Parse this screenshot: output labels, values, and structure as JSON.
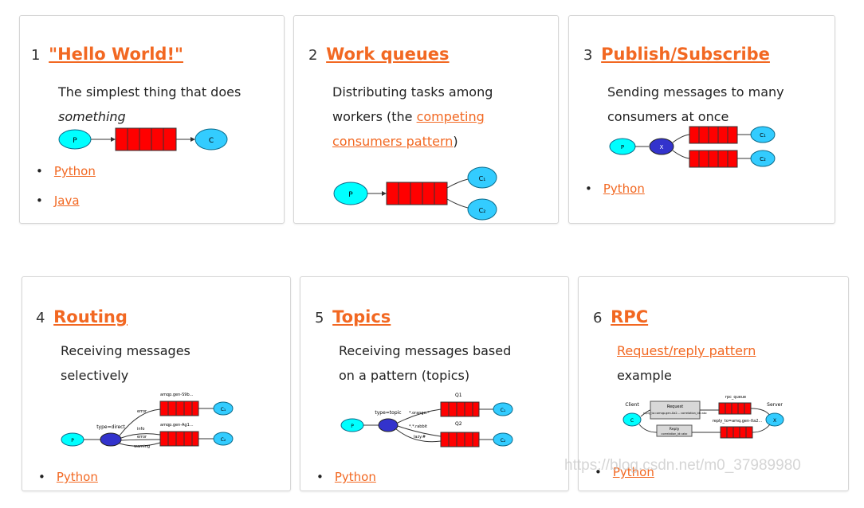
{
  "cards": [
    {
      "num": "1",
      "title": "\"Hello World!\"",
      "desc": "The simplest thing that does",
      "desc_em": "something",
      "links": [
        "Python",
        "Java"
      ]
    },
    {
      "num": "2",
      "title": "Work queues",
      "desc_pre": "Distributing tasks among workers (the ",
      "desc_link": "competing consumers pattern",
      "desc_post": ")"
    },
    {
      "num": "3",
      "title": "Publish/Subscribe",
      "desc": "Sending messages to many consumers at once",
      "links": [
        "Python"
      ]
    },
    {
      "num": "4",
      "title": "Routing",
      "desc": "Receiving messages selectively",
      "links": [
        "Python"
      ]
    },
    {
      "num": "5",
      "title": "Topics",
      "desc": "Receiving messages based on a pattern (topics)",
      "links": [
        "Python"
      ]
    },
    {
      "num": "6",
      "title": "RPC",
      "desc_link": "Request/reply pattern",
      "desc_post": "example",
      "links": [
        "Python"
      ]
    }
  ],
  "diagrams": {
    "producer": "P",
    "consumer": "C",
    "c1": "C₁",
    "c2": "C₂",
    "exchange": "X",
    "routing": {
      "q1": "amqp.gen-S9b...",
      "q2": "amqp.gen-Ag1...",
      "type": "type=direct",
      "keys": [
        "error",
        "info",
        "error",
        "warning"
      ]
    },
    "topics": {
      "type": "type=topic",
      "q1": "Q1",
      "q2": "Q2",
      "keys": [
        "*.orange.*",
        "*.*.rabbit",
        "lazy.#"
      ]
    },
    "rpc": {
      "client": "Client",
      "server": "Server",
      "req": "Request",
      "req_sub": "reply_to=amqp.gen-Xa2... correlation_id=abc",
      "rpc_queue": "rpc_queue",
      "reply_queue": "reply_to=amq.gen-Xa2...",
      "reply": "Reply",
      "reply_sub": "correlation_id=abc"
    }
  },
  "watermark": "https://blog.csdn.net/m0_37989980",
  "colors": {
    "link": "#f26822",
    "queue": "#ff0000",
    "producer": "#00ffff",
    "consumer": "#33ccff",
    "exchange": "#3333cc"
  }
}
